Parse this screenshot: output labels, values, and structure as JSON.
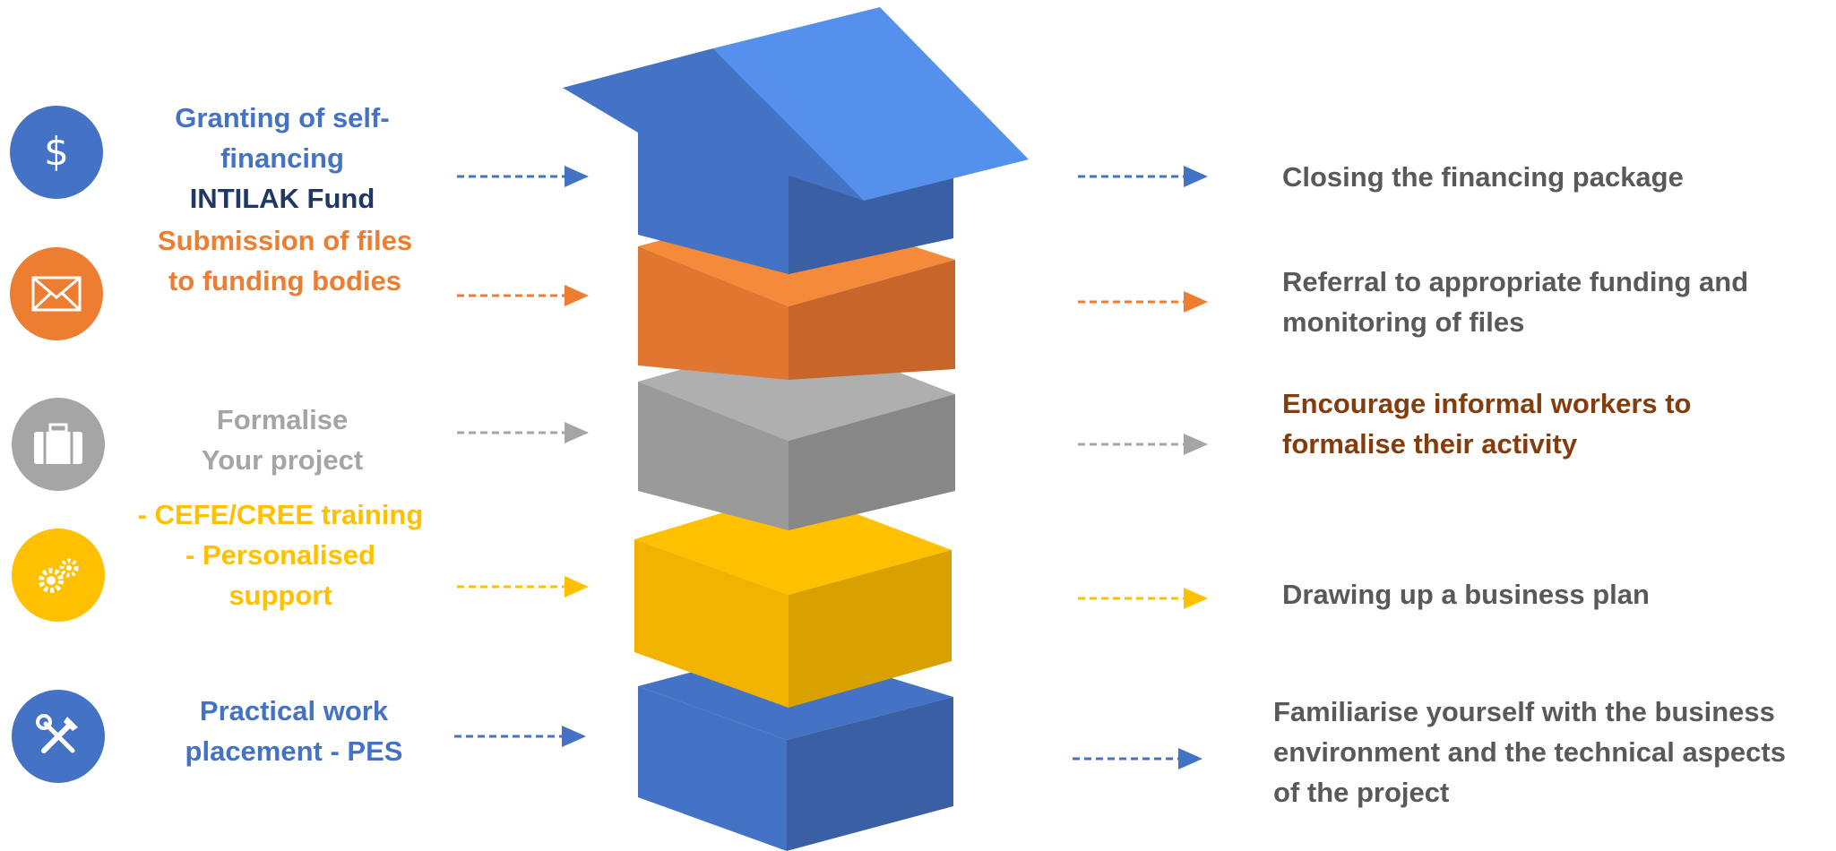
{
  "colors": {
    "blue": "#4472C4",
    "orange": "#ED7D31",
    "gray": "#A5A5A5",
    "yellow": "#FFC000",
    "navy": "#1F3864",
    "brown": "#843C0C",
    "dark_gray": "#595959"
  },
  "rows": [
    {
      "icon": "dollar-icon",
      "left_lines": [
        "Granting of self-",
        "financing"
      ],
      "left_extra": "INTILAK Fund",
      "right_lines": [
        "Closing the financing package"
      ]
    },
    {
      "icon": "envelope-icon",
      "left_lines": [
        "Submission of files",
        "to funding bodies"
      ],
      "right_lines": [
        "Referral to appropriate funding and",
        "monitoring of files"
      ]
    },
    {
      "icon": "briefcase-icon",
      "left_lines": [
        "Formalise",
        "Your project"
      ],
      "right_lines": [
        "Encourage informal workers to",
        "formalise their activity"
      ]
    },
    {
      "icon": "gears-icon",
      "left_lines": [
        "- CEFE/CREE training",
        "- Personalised",
        "support"
      ],
      "right_lines": [
        "Drawing up a business plan"
      ]
    },
    {
      "icon": "tools-icon",
      "left_lines": [
        "Practical work",
        "placement - PES"
      ],
      "right_lines": [
        "Familiarise yourself with the business",
        "environment and the technical aspects",
        "of the project"
      ]
    }
  ]
}
